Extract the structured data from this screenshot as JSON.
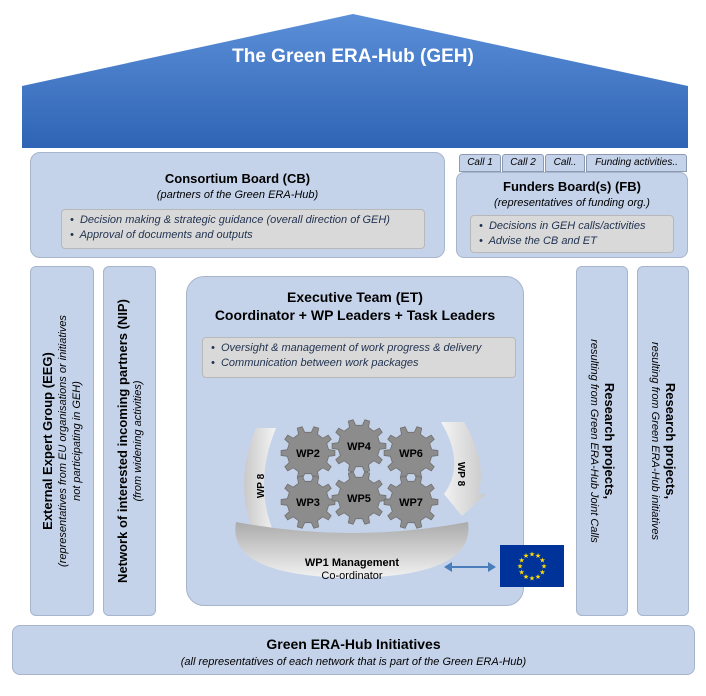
{
  "roof": {
    "title": "The Green ERA-Hub (GEH)"
  },
  "consortium_board": {
    "title": "Consortium Board (CB)",
    "subtitle": "(partners of the Green ERA-Hub)",
    "bullets": [
      "Decision making & strategic guidance (overall direction of GEH)",
      "Approval of documents and outputs"
    ]
  },
  "call_tabs": [
    "Call 1",
    "Call 2",
    "Call..",
    "Funding activities.."
  ],
  "funders_board": {
    "title": "Funders Board(s) (FB)",
    "subtitle": "(representatives of funding org.)",
    "bullets": [
      "Decisions in GEH calls/activities",
      "Advise the CB and ET"
    ]
  },
  "eeg": {
    "title": "External Expert Group (EEG)",
    "subtitle_1": "(representatives from EU organisations or initiatives",
    "subtitle_2": "not participating in GEH)"
  },
  "nip": {
    "title": "Network of interested incoming partners (NIP)",
    "subtitle": "(from widening activities)"
  },
  "executive_team": {
    "title_1": "Executive Team (ET)",
    "title_2": "Coordinator + WP Leaders + Task Leaders",
    "bullets": [
      "Oversight & management of work progress & delivery",
      "Communication between work packages"
    ]
  },
  "work_packages": {
    "gears": [
      "WP2",
      "WP4",
      "WP6",
      "WP3",
      "WP5",
      "WP7"
    ],
    "left_arrow": "WP 8",
    "right_arrow": "WP 8",
    "management_title": "WP1 Management",
    "management_sub": "Co-ordinator"
  },
  "research_joint": {
    "title": "Research projects,",
    "subtitle": "resulting from Green ERA-Hub Joint Calls"
  },
  "research_initiatives": {
    "title": "Research projects,",
    "subtitle": "resulting from Green ERA-Hub initiatives"
  },
  "initiatives": {
    "title": "Green ERA-Hub Initiatives",
    "subtitle": "(all representatives of each network that is part of the Green ERA-Hub)"
  },
  "colors": {
    "roof": "#3f78c8",
    "box": "#c5d3ea",
    "gear": "#8c8c8c",
    "eu_flag": "#003399",
    "stars": "#ffdd00"
  }
}
